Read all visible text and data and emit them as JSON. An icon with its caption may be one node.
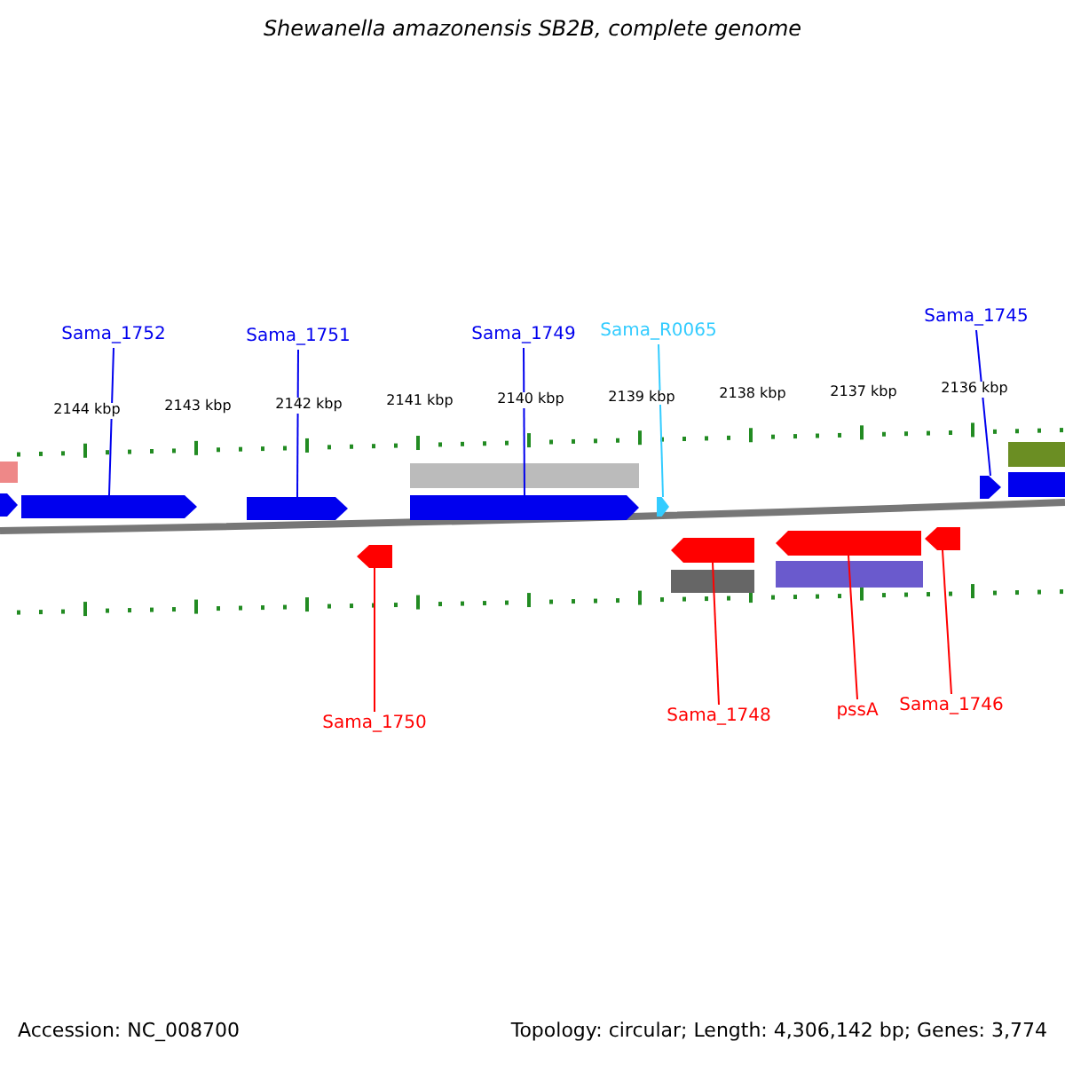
{
  "diagram": {
    "title": "Shewanella amazonensis SB2B, complete genome",
    "nodes": [
      {
        "text": [
          "Sama_1752"
        ]
      },
      {
        "text": [
          "Sama_1751"
        ]
      },
      {
        "text": [
          "Sama_1749"
        ]
      },
      {
        "text": [
          "Sama_R0065"
        ]
      },
      {
        "text": [
          "Sama_1745"
        ]
      },
      {
        "text": [
          "Sama_1750"
        ]
      },
      {
        "text": [
          "Sama_1748"
        ]
      },
      {
        "text": [
          "pssA"
        ]
      },
      {
        "text": [
          "Sama_1746"
        ]
      },
      {
        "text": [],
        "shape": "arrow"
      },
      {
        "text": [],
        "shape": "arrow"
      },
      {
        "text": [],
        "shape": "arrow"
      },
      {
        "text": [],
        "shape": "arrow"
      },
      {
        "text": [],
        "shape": "arrow"
      },
      {
        "text": [],
        "shape": "arrow"
      },
      {
        "text": [],
        "shape": "arrow"
      },
      {
        "text": [],
        "shape": "arrow"
      },
      {
        "text": [],
        "shape": "arrow"
      }
    ],
    "edges": [
      {
        "from": 0,
        "to": 9,
        "arrow": "none"
      },
      {
        "from": 1,
        "to": 10,
        "arrow": "none"
      },
      {
        "from": 2,
        "to": 11,
        "arrow": "none"
      },
      {
        "from": 3,
        "to": 12,
        "arrow": "none",
        "color": "#33ccff"
      },
      {
        "from": 4,
        "to": 13,
        "arrow": "none"
      },
      {
        "from": 5,
        "to": 14,
        "arrow": "none",
        "color": "#ff0000"
      },
      {
        "from": 6,
        "to": 15,
        "arrow": "none",
        "color": "#ff0000"
      },
      {
        "from": 7,
        "to": 16,
        "arrow": "none",
        "color": "#ff0000"
      },
      {
        "from": 8,
        "to": 17,
        "arrow": "none",
        "color": "#ff0000"
      }
    ],
    "labels": [
      "2144 kbp",
      "2143 kbp",
      "2142 kbp",
      "2141 kbp",
      "2140 kbp",
      "2139 kbp",
      "2138 kbp",
      "2137 kbp",
      "2136 kbp",
      "Accession: NC_008700",
      "Topology: circular; Length: 4,306,142 bp; Genes: 3,774"
    ]
  }
}
